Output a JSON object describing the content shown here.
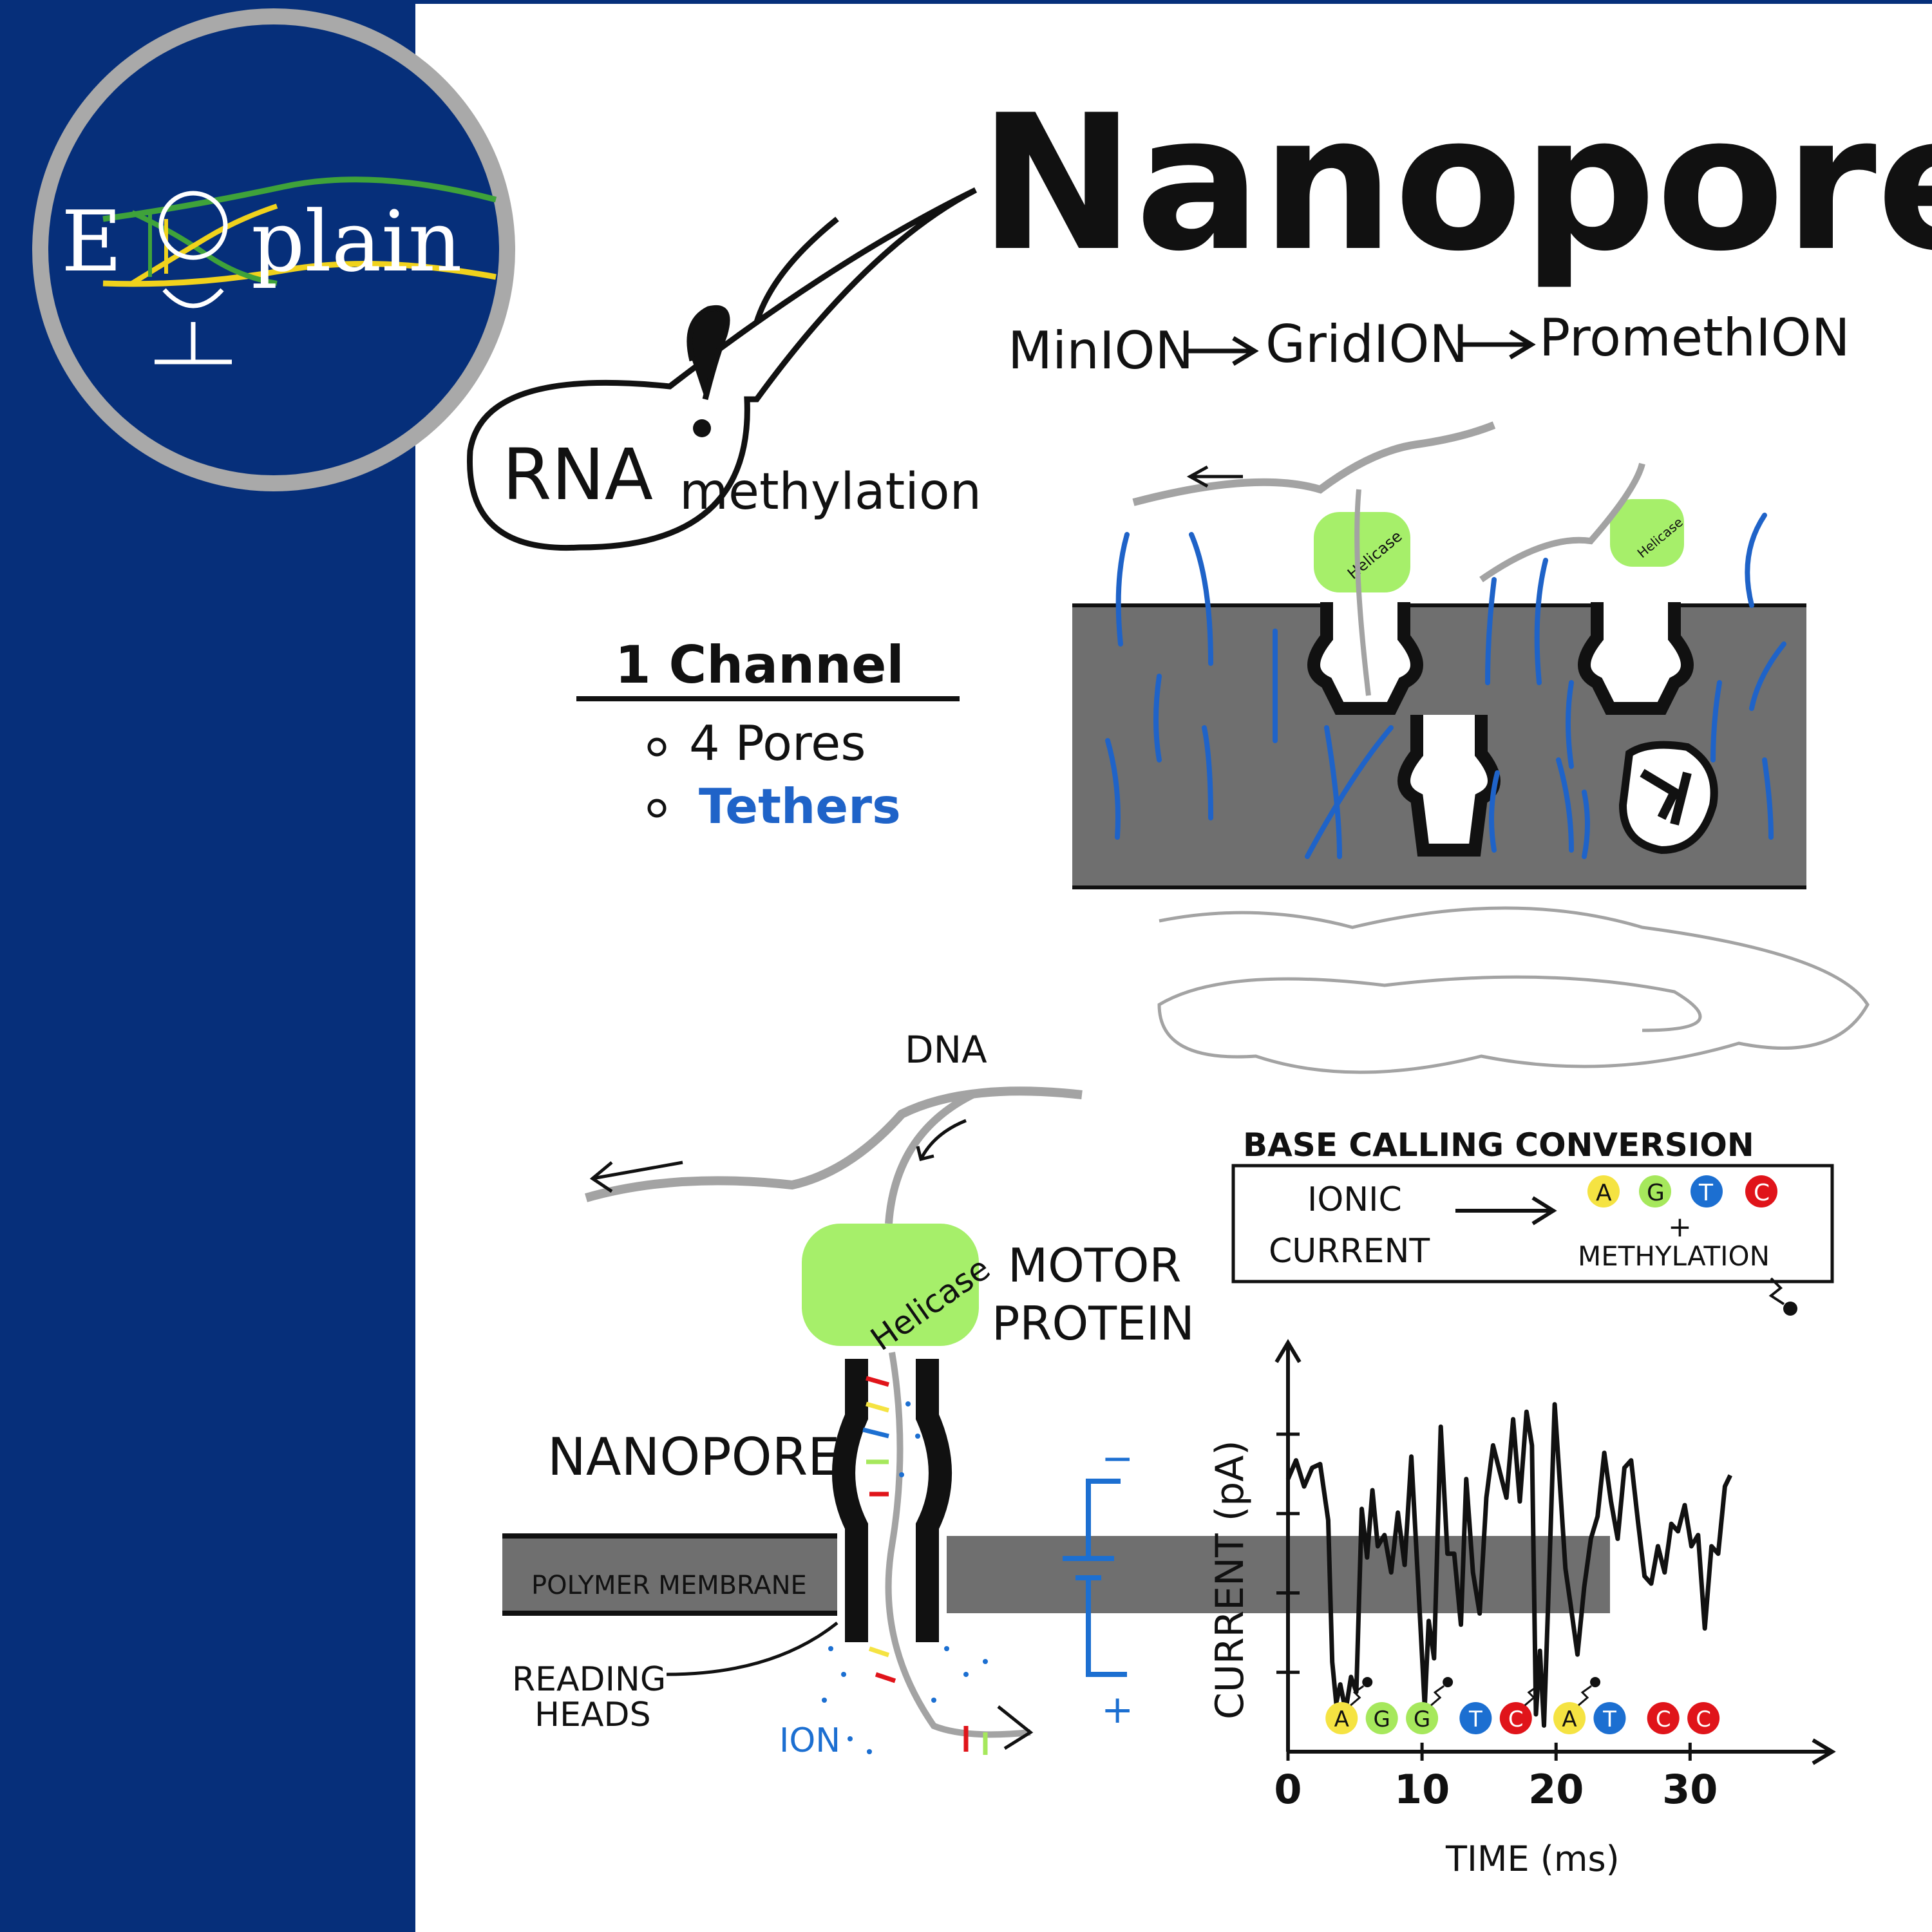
{
  "logo": {
    "text_e": "E",
    "text_x": "X",
    "text_plain": "plain"
  },
  "title": "Nanopore",
  "devices": [
    "MinION",
    "GridION",
    "PromethION"
  ],
  "bubble": {
    "line1": "RNA",
    "line2": "methylation"
  },
  "channel": {
    "heading": "1 Channel",
    "items": [
      "4 Pores",
      "Tethers"
    ]
  },
  "helicase_label": "Helicase",
  "detail": {
    "dna": "DNA",
    "motor_protein": [
      "MOTOR",
      "PROTEIN"
    ],
    "nanopore": "NANOPORE",
    "membrane": "POLYMER MEMBRANE",
    "reading_heads": [
      "READING",
      "HEADS"
    ],
    "ion": "ION",
    "minus": "−",
    "plus": "+"
  },
  "basecalling": {
    "title": "BASE CALLING CONVERSION",
    "ionic_current": [
      "IONIC",
      "CURRENT"
    ],
    "bases": [
      "A",
      "G",
      "T",
      "C"
    ],
    "plus": "+",
    "methylation": "METHYLATION"
  },
  "colors": {
    "A": "#f5e342",
    "G": "#a6e85c",
    "T": "#1c6fd1",
    "C": "#e0141a",
    "tether": "#1f63c8",
    "helicase": "#a6ef6a",
    "membrane": "#6f6f6f",
    "sidebar": "#062f7a"
  },
  "chart_data": {
    "type": "line",
    "xlabel": "TIME (ms)",
    "ylabel": "CURRENT (pA)",
    "xticks": [
      "0",
      "10",
      "20",
      "30"
    ],
    "xlim": [
      0,
      37
    ],
    "ylim": [
      0,
      10
    ],
    "bases": [
      {
        "base": "A",
        "t": 4,
        "methylated": true
      },
      {
        "base": "G",
        "t": 7,
        "methylated": false
      },
      {
        "base": "G",
        "t": 10,
        "methylated": true
      },
      {
        "base": "T",
        "t": 14,
        "methylated": false
      },
      {
        "base": "C",
        "t": 17,
        "methylated": true
      },
      {
        "base": "A",
        "t": 21,
        "methylated": true
      },
      {
        "base": "T",
        "t": 24,
        "methylated": false
      },
      {
        "base": "C",
        "t": 28,
        "methylated": false
      },
      {
        "base": "C",
        "t": 31,
        "methylated": false
      }
    ],
    "series": [
      {
        "x": [
          0,
          0.6,
          1.2,
          1.8,
          2.4,
          3,
          3.3,
          3.6,
          3.9,
          4.3,
          4.7,
          5.1,
          5.5,
          5.9,
          6.3,
          6.7,
          7.2,
          7.7,
          8.2,
          8.7,
          9.2,
          9.7,
          10.2,
          10.5,
          10.9,
          11.4,
          11.9,
          12.4,
          12.9,
          13.3,
          13.8,
          14.3,
          14.8,
          15.3,
          15.8,
          16.3,
          16.8,
          17.3,
          17.8,
          18.2,
          18.5,
          18.8,
          19.1,
          19.5,
          19.9,
          20.3,
          20.7,
          21.1,
          21.6,
          22.1,
          22.6,
          23.1,
          23.6,
          24.1,
          24.6,
          25.1,
          25.6,
          26.1,
          26.6,
          27.1,
          27.6,
          28.1,
          28.6,
          29.1,
          29.6,
          30.1,
          30.6,
          31.1,
          31.6,
          32.1,
          32.6,
          33
        ],
        "y": [
          7.3,
          7.8,
          7.1,
          7.6,
          7.7,
          6.2,
          2.4,
          1.3,
          1.8,
          1.1,
          2,
          1.6,
          6.5,
          5.2,
          7,
          5.5,
          5.8,
          4.8,
          6.4,
          5,
          7.9,
          4.6,
          1.2,
          3.5,
          2.5,
          8.7,
          5.3,
          5.3,
          3.4,
          7.3,
          4.8,
          3.7,
          6.8,
          8.2,
          7.5,
          6.8,
          8.9,
          6.7,
          9.1,
          8.2,
          1,
          2.7,
          0.7,
          4.9,
          9.3,
          7.1,
          4.9,
          3.9,
          2.6,
          4.4,
          5.7,
          6.3,
          8,
          6.7,
          5.7,
          7.6,
          7.8,
          6.2,
          4.7,
          4.5,
          5.5,
          4.8,
          6.1,
          5.9,
          6.6,
          5.5,
          5.8,
          3.3,
          5.5,
          5.3,
          7.1,
          7.4
        ]
      }
    ]
  }
}
